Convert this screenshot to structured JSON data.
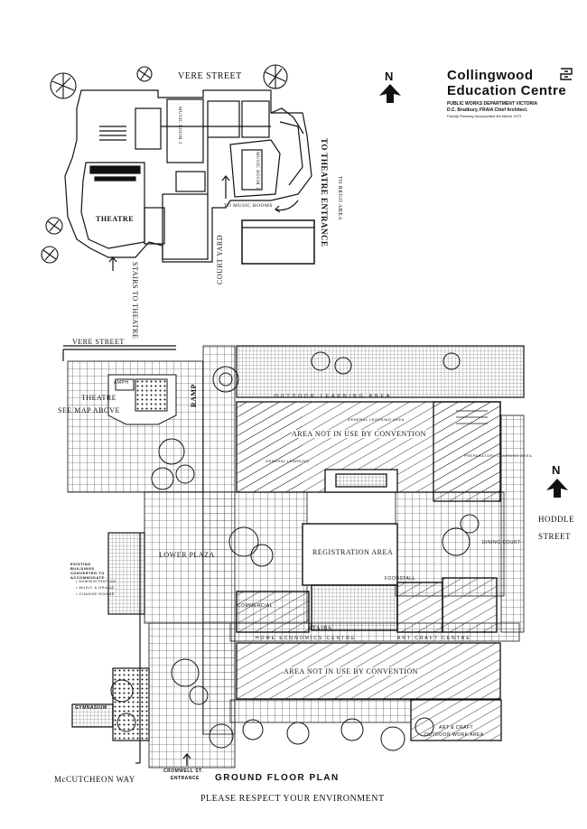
{
  "header": {
    "title_line1": "Collingwood",
    "title_line2": "Education Centre",
    "dept_line": "PUBLIC WORKS DEPARTMENT VICTORIA",
    "architect_line": "D.C. Bradbury, FRAIA Chief Architect.",
    "date_line": "Faculty Planning Incorporated 6th March 1973"
  },
  "north_label": "N",
  "theatre_map": {
    "street": "VERE STREET",
    "theatre": "THEATRE",
    "music_room_1": "MUSIC ROOM 1",
    "music_room_2": "MUSIC ROOM 2",
    "to_music_rooms": "TO MUSIC ROOMS",
    "to_theatre_entrance": "TO THEATRE ENTRANCE",
    "to_rego_area": "TO REGO AREA",
    "court_yard": "COURT YARD",
    "stairs_to_theatre": "STAIRS TO THEATRE"
  },
  "ground_plan": {
    "vere_street": "VERE STREET",
    "theatre": "THEATRE",
    "see_map_above": "SEE MAP ABOVE",
    "amph": "AMPH",
    "ramp": "RAMP",
    "outdoor_learning": "OUTDOOR LEARNING AREA",
    "area_not_in_use_1": "AREA NOT IN USE BY CONVENTION",
    "general_learning": "GENERAL LEARNING",
    "general_learning_area": "GENERAL LEARNING AREA",
    "preparatory": "PREPARATORY LEARNING AREA",
    "hoddle_street_1": "HODDLE",
    "hoddle_street_2": "STREET",
    "dining_court": "DINING COURT",
    "lower_plaza": "LOWER PLAZA",
    "registration_area": "REGISTRATION AREA",
    "foodstall": "FOODSTALL",
    "existing_buildings": "EXISTING BUILDINGS CONVERTED TO ACCOMMODATE:",
    "existing_item_1": "• ADMINISTRATION",
    "existing_item_2": "• MUSIC & DRAMA",
    "existing_item_3": "• CHANGE ROOMS",
    "commercial": "COMMERCIAL",
    "stairs": "STAIRS",
    "home_economics": "HOME ECONOMICS CENTRE",
    "art_craft_centre": "ART CRAFT CENTRE",
    "area_not_in_use_2": "AREA NOT IN USE BY CONVENTION",
    "gymnasium": "GYMNASIUM",
    "art_craft_outdoor_1": "ART & CRAFT",
    "art_craft_outdoor_2": "OUTDOOR WORK AREA",
    "mccutcheon_way": "McCUTCHEON WAY",
    "cromwell_1": "CROMWELL ST.",
    "cromwell_2": "ENTRANCE",
    "ground_floor_plan": "GROUND FLOOR PLAN",
    "footer": "PLEASE RESPECT YOUR ENVIRONMENT"
  },
  "colors": {
    "ink": "#111111",
    "paper": "#ffffff",
    "hatch": "#333333"
  }
}
